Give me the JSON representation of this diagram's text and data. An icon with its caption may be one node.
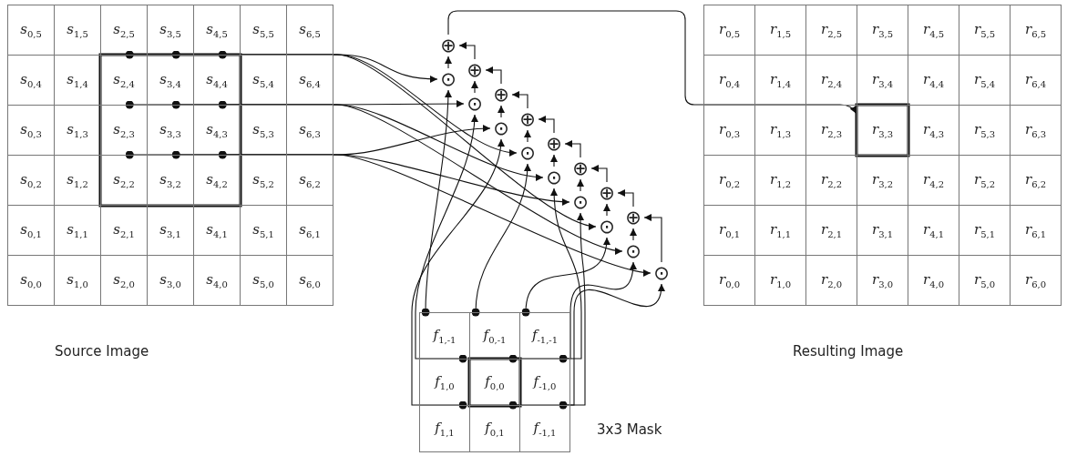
{
  "diagram": {
    "nodes": [
      {
        "text": [
          "Source Image"
        ]
      },
      {
        "text": [
          "*s*$_{0,5}$"
        ],
        "in": 0
      },
      {
        "text": [
          "*s*$_{1,5}$"
        ],
        "in": 0
      },
      {
        "text": [
          "*s*$_{2,5}$"
        ],
        "in": 0
      },
      {
        "text": [
          "*s*$_{3,5}$"
        ],
        "in": 0
      },
      {
        "text": [
          "*s*$_{4,5}$"
        ],
        "in": 0
      },
      {
        "text": [
          "*s*$_{5,5}$"
        ],
        "in": 0
      },
      {
        "text": [
          "*s*$_{6,5}$"
        ],
        "in": 0
      },
      {
        "text": [
          "*s*$_{0,4}$"
        ],
        "in": 0
      },
      {
        "text": [
          "*s*$_{1,4}$"
        ],
        "in": 0
      },
      {
        "text": [
          "*s*$_{2,4}$"
        ],
        "in": 0
      },
      {
        "text": [
          "*s*$_{3,4}$"
        ],
        "in": 0
      },
      {
        "text": [
          "*s*$_{4,4}$"
        ],
        "in": 0
      },
      {
        "text": [
          "*s*$_{5,4}$"
        ],
        "in": 0
      },
      {
        "text": [
          "*s*$_{6,4}$"
        ],
        "in": 0
      },
      {
        "text": [
          "*s*$_{0,3}$"
        ],
        "in": 0
      },
      {
        "text": [
          "*s*$_{1,3}$"
        ],
        "in": 0
      },
      {
        "text": [
          "*s*$_{2,3}$"
        ],
        "in": 0
      },
      {
        "text": [
          "*s*$_{3,3}$"
        ],
        "in": 0
      },
      {
        "text": [
          "*s*$_{4,3}$"
        ],
        "in": 0
      },
      {
        "text": [
          "*s*$_{5,3}$"
        ],
        "in": 0
      },
      {
        "text": [
          "*s*$_{6,3}$"
        ],
        "in": 0
      },
      {
        "text": [
          "*s*$_{0,2}$"
        ],
        "in": 0
      },
      {
        "text": [
          "*s*$_{1,2}$"
        ],
        "in": 0
      },
      {
        "text": [
          "*s*$_{2,2}$"
        ],
        "in": 0
      },
      {
        "text": [
          "*s*$_{3,2}$"
        ],
        "in": 0
      },
      {
        "text": [
          "*s*$_{4,2}$"
        ],
        "in": 0
      },
      {
        "text": [
          "*s*$_{5,2}$"
        ],
        "in": 0
      },
      {
        "text": [
          "*s*$_{6,2}$"
        ],
        "in": 0
      },
      {
        "text": [
          "*s*$_{0,1}$"
        ],
        "in": 0
      },
      {
        "text": [
          "*s*$_{1,1}$"
        ],
        "in": 0
      },
      {
        "text": [
          "*s*$_{2,1}$"
        ],
        "in": 0
      },
      {
        "text": [
          "*s*$_{3,1}$"
        ],
        "in": 0
      },
      {
        "text": [
          "*s*$_{4,1}$"
        ],
        "in": 0
      },
      {
        "text": [
          "*s*$_{5,1}$"
        ],
        "in": 0
      },
      {
        "text": [
          "*s*$_{6,1}$"
        ],
        "in": 0
      },
      {
        "text": [
          "*s*$_{0,0}$"
        ],
        "in": 0
      },
      {
        "text": [
          "*s*$_{1,0}$"
        ],
        "in": 0
      },
      {
        "text": [
          "*s*$_{2,0}$"
        ],
        "in": 0
      },
      {
        "text": [
          "*s*$_{3,0}$"
        ],
        "in": 0
      },
      {
        "text": [
          "*s*$_{4,0}$"
        ],
        "in": 0
      },
      {
        "text": [
          "*s*$_{5,0}$"
        ],
        "in": 0
      },
      {
        "text": [
          "*s*$_{6,0}$"
        ],
        "in": 0
      },
      {
        "text": [
          "⊕"
        ]
      },
      {
        "text": [
          "⊙"
        ]
      },
      {
        "text": [
          "⊕"
        ]
      },
      {
        "text": [
          "⊙"
        ]
      },
      {
        "text": [
          "⊕"
        ]
      },
      {
        "text": [
          "⊙"
        ]
      },
      {
        "text": [
          "⊕"
        ]
      },
      {
        "text": [
          "⊙"
        ]
      },
      {
        "text": [
          "⊕"
        ]
      },
      {
        "text": [
          "⊙"
        ]
      },
      {
        "text": [
          "⊕"
        ]
      },
      {
        "text": [
          "⊙"
        ]
      },
      {
        "text": [
          "⊕"
        ]
      },
      {
        "text": [
          "⊙"
        ]
      },
      {
        "text": [
          "⊕"
        ]
      },
      {
        "text": [
          "⊙"
        ]
      },
      {
        "text": [
          "⊙"
        ]
      },
      {
        "text": [
          "Resulting Image"
        ]
      },
      {
        "text": [
          "*r*$_{0,5}$"
        ],
        "in": 60
      },
      {
        "text": [
          "*r*$_{1,5}$"
        ],
        "in": 60
      },
      {
        "text": [
          "*r*$_{2,5}$"
        ],
        "in": 60
      },
      {
        "text": [
          "*r*$_{3,5}$"
        ],
        "in": 60
      },
      {
        "text": [
          "*r*$_{4,5}$"
        ],
        "in": 60
      },
      {
        "text": [
          "*r*$_{5,5}$"
        ],
        "in": 60
      },
      {
        "text": [
          "*r*$_{6,5}$"
        ],
        "in": 60
      },
      {
        "text": [
          "*r*$_{0,4}$"
        ],
        "in": 60
      },
      {
        "text": [
          "*r*$_{1,4}$"
        ],
        "in": 60
      },
      {
        "text": [
          "*r*$_{2,4}$"
        ],
        "in": 60
      },
      {
        "text": [
          "*r*$_{3,4}$"
        ],
        "in": 60
      },
      {
        "text": [
          "*r*$_{4,4}$"
        ],
        "in": 60
      },
      {
        "text": [
          "*r*$_{5,4}$"
        ],
        "in": 60
      },
      {
        "text": [
          "*r*$_{6,4}$"
        ],
        "in": 60
      },
      {
        "text": [
          "*r*$_{0,3}$"
        ],
        "in": 60
      },
      {
        "text": [
          "*r*$_{1,3}$"
        ],
        "in": 60
      },
      {
        "text": [
          "*r*$_{2,3}$"
        ],
        "in": 60
      },
      {
        "text": [
          "*r*$_{3,3}$"
        ],
        "in": 60
      },
      {
        "text": [
          "*r*$_{4,3}$"
        ],
        "in": 60
      },
      {
        "text": [
          "*r*$_{5,3}$"
        ],
        "in": 60
      },
      {
        "text": [
          "*r*$_{6,3}$"
        ],
        "in": 60
      },
      {
        "text": [
          "*r*$_{0,2}$"
        ],
        "in": 60
      },
      {
        "text": [
          "*r*$_{1,2}$"
        ],
        "in": 60
      },
      {
        "text": [
          "*r*$_{2,2}$"
        ],
        "in": 60
      },
      {
        "text": [
          "*r*$_{3,2}$"
        ],
        "in": 60
      },
      {
        "text": [
          "*r*$_{4,2}$"
        ],
        "in": 60
      },
      {
        "text": [
          "*r*$_{5,2}$"
        ],
        "in": 60
      },
      {
        "text": [
          "*r*$_{6,2}$"
        ],
        "in": 60
      },
      {
        "text": [
          "*r*$_{0,1}$"
        ],
        "in": 60
      },
      {
        "text": [
          "*r*$_{1,1}$"
        ],
        "in": 60
      },
      {
        "text": [
          "*r*$_{2,1}$"
        ],
        "in": 60
      },
      {
        "text": [
          "*r*$_{3,1}$"
        ],
        "in": 60
      },
      {
        "text": [
          "*r*$_{4,1}$"
        ],
        "in": 60
      },
      {
        "text": [
          "*r*$_{5,1}$"
        ],
        "in": 60
      },
      {
        "text": [
          "*r*$_{6,1}$"
        ],
        "in": 60
      },
      {
        "text": [
          "*r*$_{0,0}$"
        ],
        "in": 60
      },
      {
        "text": [
          "*r*$_{1,0}$"
        ],
        "in": 60
      },
      {
        "text": [
          "*r*$_{2,0}$"
        ],
        "in": 60
      },
      {
        "text": [
          "*r*$_{3,0}$"
        ],
        "in": 60
      },
      {
        "text": [
          "*r*$_{4,0}$"
        ],
        "in": 60
      },
      {
        "text": [
          "*r*$_{5,0}$"
        ],
        "in": 60
      },
      {
        "text": [
          "*r*$_{6,0}$"
        ],
        "in": 60
      },
      {
        "text": [
          "3x3 Mask"
        ]
      },
      {
        "text": [
          "*f*$_{1,-1}$"
        ],
        "in": 103
      },
      {
        "text": [
          "*f*$_{0,-1}$"
        ],
        "in": 103
      },
      {
        "text": [
          "*f*$_{-1,-1}$"
        ],
        "in": 103
      },
      {
        "text": [
          "*f*$_{1,0}$"
        ],
        "in": 103
      },
      {
        "text": [
          "*f*$_{0,0}$"
        ],
        "in": 103
      },
      {
        "text": [
          "*f*$_{-1,0}$"
        ],
        "in": 103
      },
      {
        "text": [
          "*f*$_{1,1}$"
        ],
        "in": 103
      },
      {
        "text": [
          "*f*$_{0,1}$"
        ],
        "in": 103
      },
      {
        "text": [
          "*f*$_{-1,1}$"
        ],
        "in": 103
      }
    ],
    "edges": [
      {
        "from": 10,
        "to": 44,
        "arrow": "to"
      },
      {
        "from": 17,
        "to": 46,
        "arrow": "to"
      },
      {
        "from": 24,
        "to": 48,
        "arrow": "to"
      },
      {
        "from": 11,
        "to": 50,
        "arrow": "to"
      },
      {
        "from": 18,
        "to": 52,
        "arrow": "to"
      },
      {
        "from": 25,
        "to": 54,
        "arrow": "to"
      },
      {
        "from": 12,
        "to": 56,
        "arrow": "to"
      },
      {
        "from": 19,
        "to": 58,
        "arrow": "to"
      },
      {
        "from": 26,
        "to": 59,
        "arrow": "to"
      },
      {
        "from": 104,
        "to": 44,
        "arrow": "to"
      },
      {
        "from": 107,
        "to": 46,
        "arrow": "to"
      },
      {
        "from": 110,
        "to": 48,
        "arrow": "to"
      },
      {
        "from": 105,
        "to": 50,
        "arrow": "to"
      },
      {
        "from": 108,
        "to": 52,
        "arrow": "to"
      },
      {
        "from": 111,
        "to": 54,
        "arrow": "to"
      },
      {
        "from": 106,
        "to": 56,
        "arrow": "to"
      },
      {
        "from": 109,
        "to": 58,
        "arrow": "to"
      },
      {
        "from": 112,
        "to": 59,
        "arrow": "to"
      },
      {
        "from": 44,
        "to": 43,
        "arrow": "to"
      },
      {
        "from": 46,
        "to": 45,
        "arrow": "to"
      },
      {
        "from": 48,
        "to": 47,
        "arrow": "to"
      },
      {
        "from": 50,
        "to": 49,
        "arrow": "to"
      },
      {
        "from": 52,
        "to": 51,
        "arrow": "to"
      },
      {
        "from": 54,
        "to": 53,
        "arrow": "to"
      },
      {
        "from": 56,
        "to": 55,
        "arrow": "to"
      },
      {
        "from": 58,
        "to": 57,
        "arrow": "to"
      },
      {
        "from": 59,
        "to": 57,
        "arrow": "to"
      },
      {
        "from": 57,
        "to": 55,
        "arrow": "to"
      },
      {
        "from": 55,
        "to": 53,
        "arrow": "to"
      },
      {
        "from": 53,
        "to": 51,
        "arrow": "to"
      },
      {
        "from": 51,
        "to": 49,
        "arrow": "to"
      },
      {
        "from": 49,
        "to": 47,
        "arrow": "to"
      },
      {
        "from": 47,
        "to": 45,
        "arrow": "to"
      },
      {
        "from": 45,
        "to": 43,
        "arrow": "to"
      },
      {
        "from": 43,
        "to": 78,
        "arrow": "to"
      }
    ]
  }
}
